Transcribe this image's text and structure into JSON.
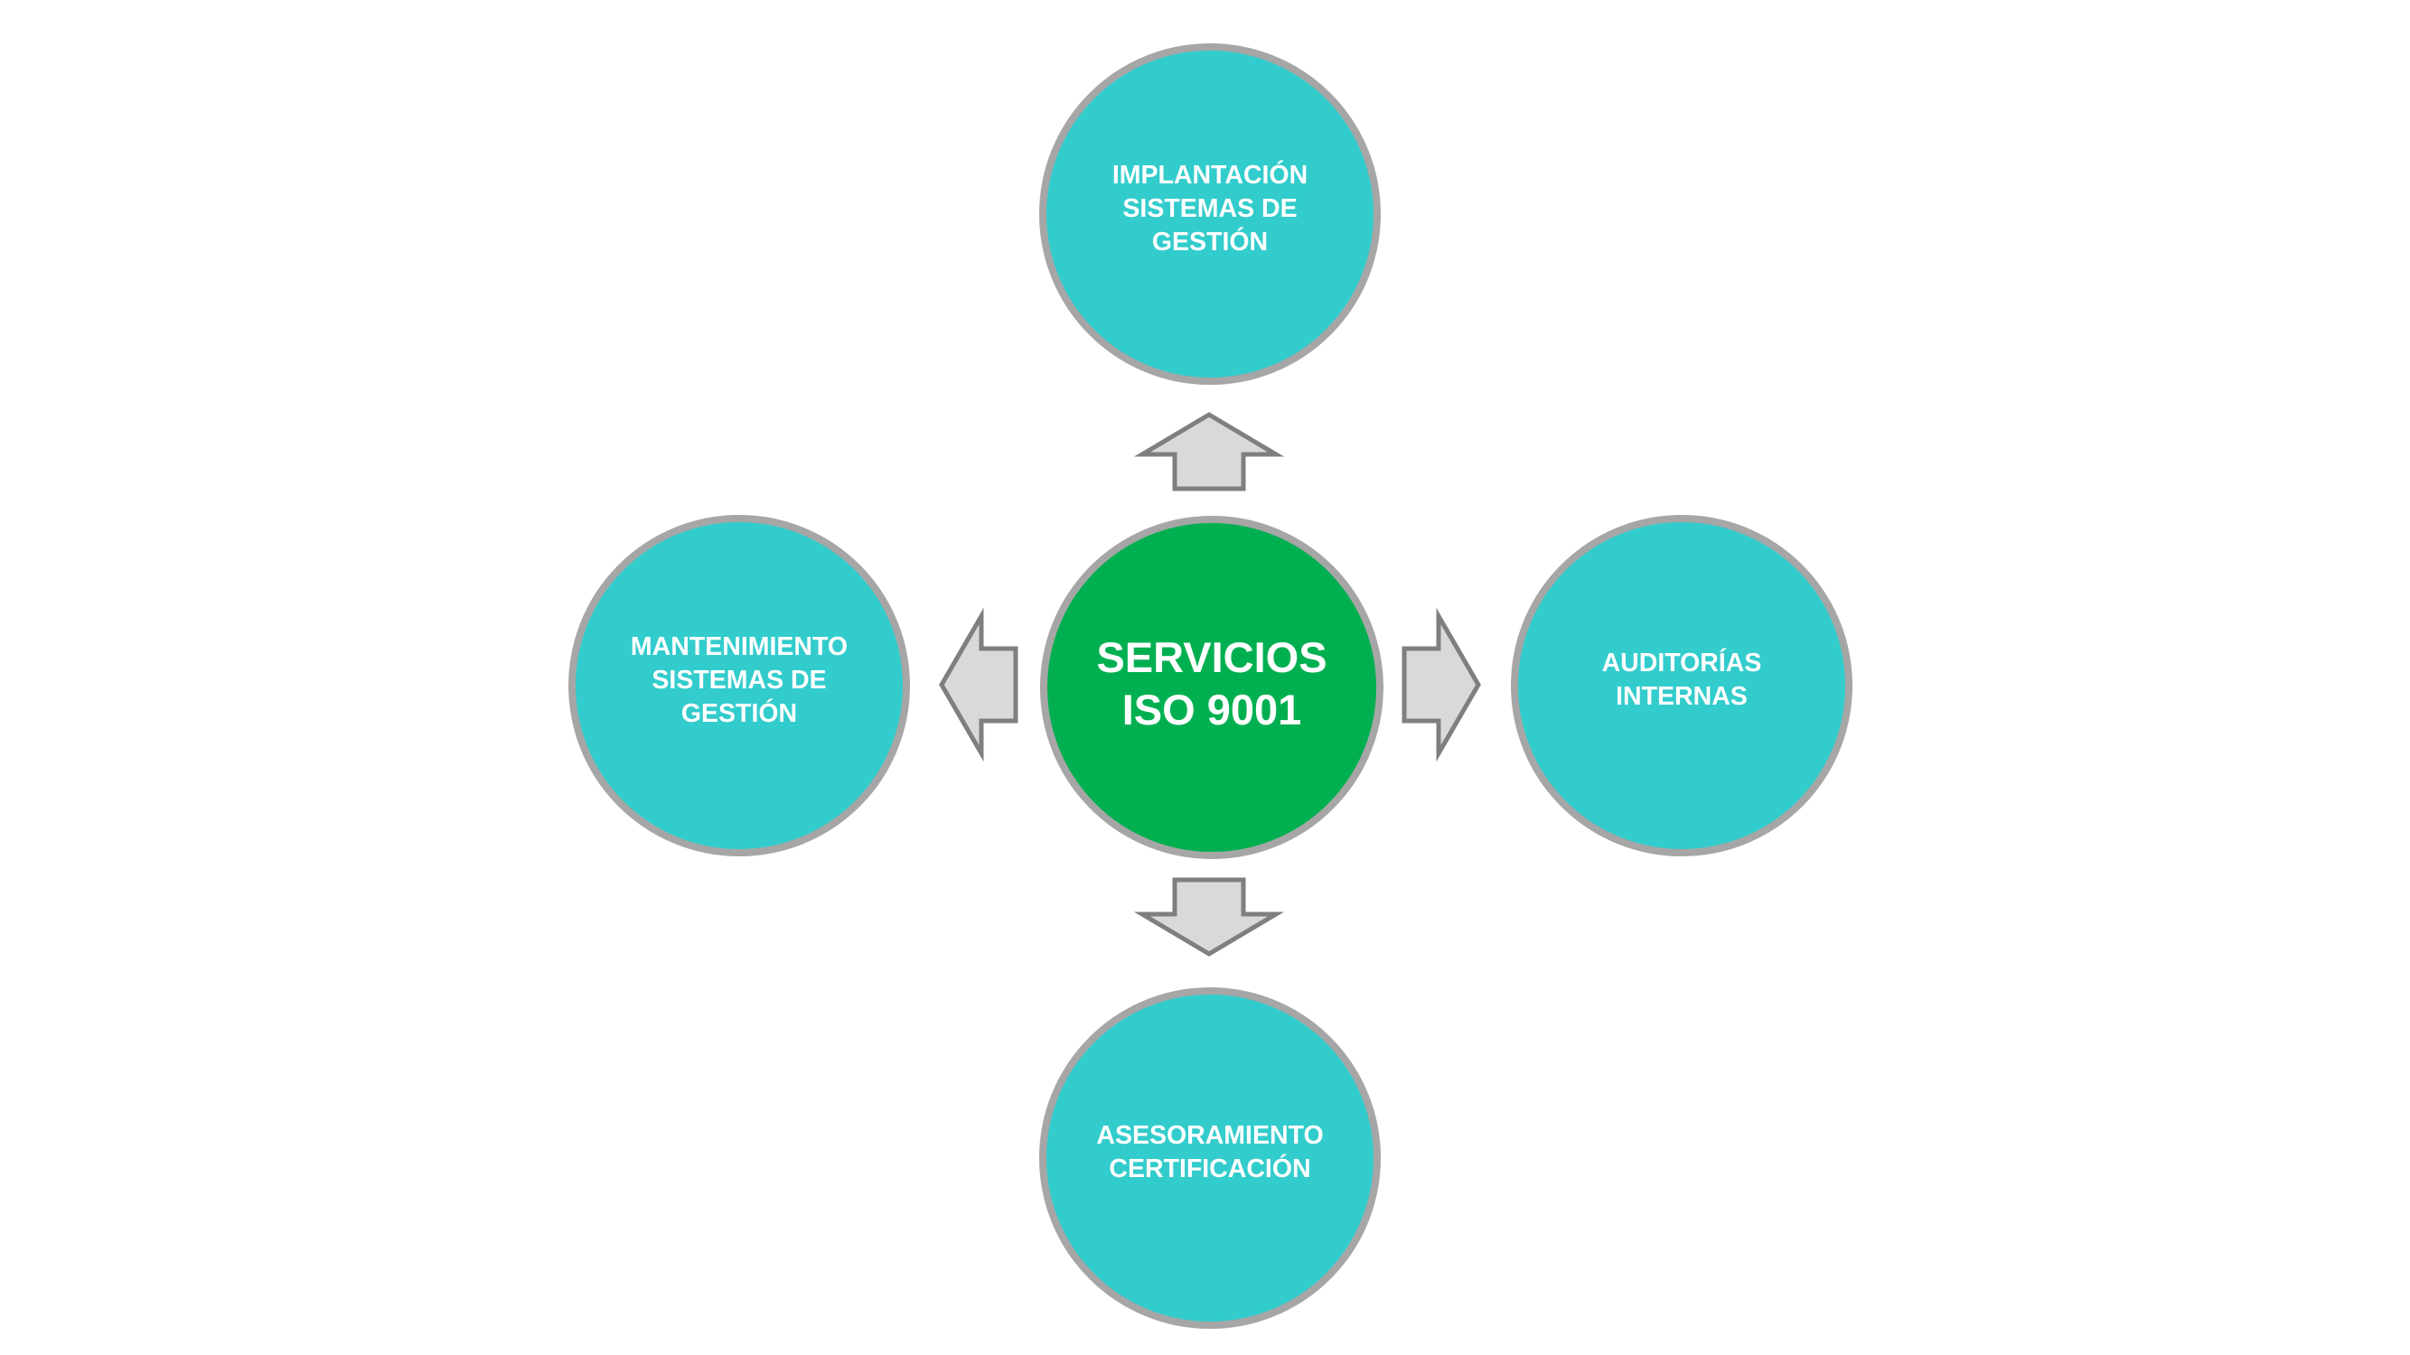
{
  "diagram": {
    "center": {
      "label": "SERVICIOS\nISO 9001",
      "color": "#00b050"
    },
    "services": {
      "top": {
        "label": "IMPLANTACIÓN\nSISTEMAS DE\nGESTIÓN"
      },
      "left": {
        "label": "MANTENIMIENTO\nSISTEMAS DE\nGESTIÓN"
      },
      "right": {
        "label": "AUDITORÍAS\nINTERNAS"
      },
      "bottom": {
        "label": "ASESORAMIENTO\nCERTIFICACIÓN"
      }
    },
    "colors": {
      "service_fill": "#33cccc",
      "border": "#a6a6a6",
      "arrow_fill": "#d9d9d9",
      "arrow_stroke": "#7f7f7f",
      "text": "#ffffff"
    },
    "arrows": [
      "up",
      "left",
      "right",
      "down"
    ]
  }
}
